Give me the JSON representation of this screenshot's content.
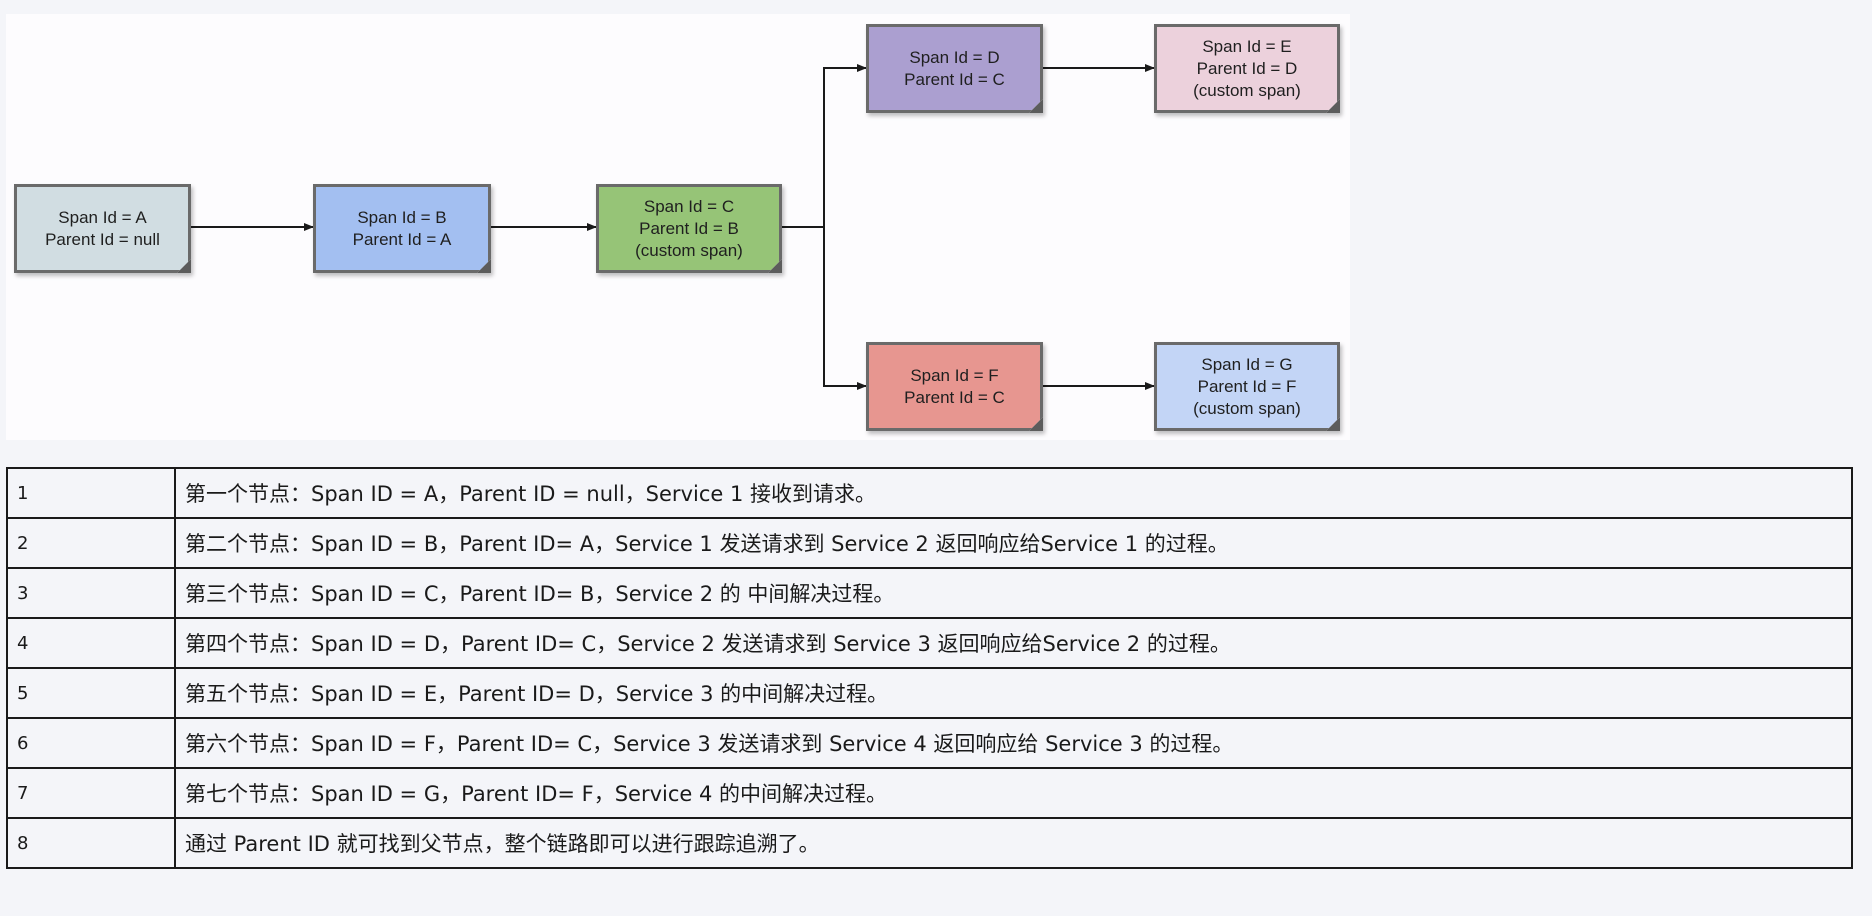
{
  "diagram": {
    "nodes": [
      {
        "id": "A",
        "line1": "Span Id = A",
        "line2": "Parent Id = null",
        "line3": "",
        "color": "#d1dde2"
      },
      {
        "id": "B",
        "line1": "Span Id = B",
        "line2": "Parent Id = A",
        "line3": "",
        "color": "#a3bff1"
      },
      {
        "id": "C",
        "line1": "Span Id = C",
        "line2": "Parent Id = B",
        "line3": "(custom span)",
        "color": "#96c477"
      },
      {
        "id": "D",
        "line1": "Span Id = D",
        "line2": "Parent Id = C",
        "line3": "",
        "color": "#ab9fd0"
      },
      {
        "id": "E",
        "line1": "Span Id = E",
        "line2": "Parent Id = D",
        "line3": "(custom span)",
        "color": "#ecd1dc"
      },
      {
        "id": "F",
        "line1": "Span Id = F",
        "line2": "Parent Id = C",
        "line3": "",
        "color": "#e79690"
      },
      {
        "id": "G",
        "line1": "Span Id = G",
        "line2": "Parent Id = F",
        "line3": "(custom span)",
        "color": "#c3d5f6"
      }
    ],
    "edges": [
      {
        "from": "A",
        "to": "B"
      },
      {
        "from": "B",
        "to": "C"
      },
      {
        "from": "C",
        "to": "D"
      },
      {
        "from": "C",
        "to": "F"
      },
      {
        "from": "D",
        "to": "E"
      },
      {
        "from": "F",
        "to": "G"
      }
    ]
  },
  "table": {
    "rows": [
      {
        "num": "1",
        "text": "第一个节点：Span ID = A，Parent ID = null，Service 1 接收到请求。"
      },
      {
        "num": "2",
        "text": "第二个节点：Span ID = B，Parent ID= A，Service 1 发送请求到 Service 2 返回响应给Service 1 的过程。"
      },
      {
        "num": "3",
        "text": "第三个节点：Span ID = C，Parent ID= B，Service 2 的 中间解决过程。"
      },
      {
        "num": "4",
        "text": "第四个节点：Span ID = D，Parent ID= C，Service 2 发送请求到 Service 3 返回响应给Service 2 的过程。"
      },
      {
        "num": "5",
        "text": "第五个节点：Span ID = E，Parent ID= D，Service 3 的中间解决过程。"
      },
      {
        "num": "6",
        "text": "第六个节点：Span ID = F，Parent ID= C，Service 3 发送请求到 Service 4 返回响应给 Service 3 的过程。"
      },
      {
        "num": "7",
        "text": "第七个节点：Span ID = G，Parent ID= F，Service 4 的中间解决过程。"
      },
      {
        "num": "8",
        "text": "通过 Parent ID 就可找到父节点，整个链路即可以进行跟踪追溯了。"
      }
    ]
  }
}
